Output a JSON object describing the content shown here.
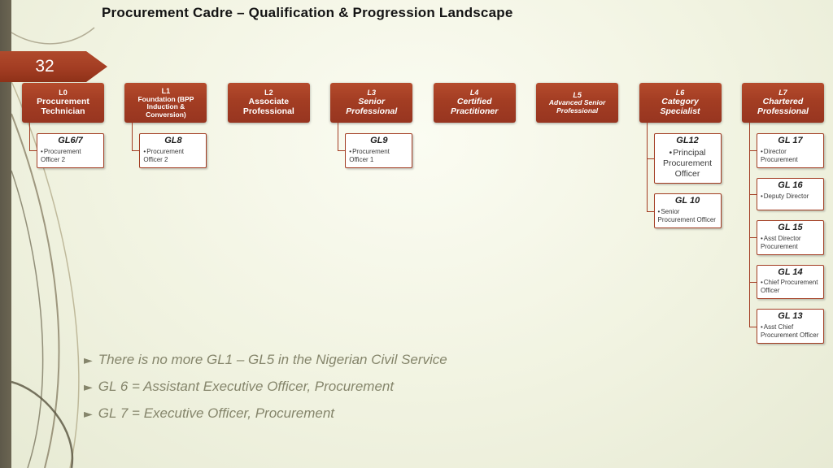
{
  "slide": {
    "title": "Procurement Cadre – Qualification & Progression Landscape",
    "page_number": "32"
  },
  "notes_bullet": "►",
  "notes": [
    "There is no more GL1 – GL5 in the Nigerian Civil Service",
    "GL 6 = Assistant Executive Officer, Procurement",
    "GL 7 = Executive Officer, Procurement"
  ],
  "levels": [
    {
      "code": "L0",
      "title": "Procurement Technician",
      "italic": false,
      "gl_boxes": [
        {
          "grade": "GL6/7",
          "roles": [
            "Procurement Officer 2"
          ]
        }
      ]
    },
    {
      "code": "L1",
      "title": "Foundation (BPP Induction & Conversion)",
      "italic": false,
      "gl_boxes": [
        {
          "grade": "GL8",
          "roles": [
            "Procurement Officer 2"
          ]
        }
      ]
    },
    {
      "code": "L2",
      "title": "Associate Professional",
      "italic": false,
      "gl_boxes": []
    },
    {
      "code": "L3",
      "title": "Senior Professional",
      "italic": true,
      "gl_boxes": [
        {
          "grade": "GL9",
          "roles": [
            "Procurement Officer 1"
          ]
        }
      ]
    },
    {
      "code": "L4",
      "title": "Certified Practitioner",
      "italic": true,
      "gl_boxes": []
    },
    {
      "code": "L5",
      "title": "Advanced Senior Professional",
      "italic": true,
      "gl_boxes": []
    },
    {
      "code": "L6",
      "title": "Category Specialist",
      "italic": true,
      "gl_boxes": [
        {
          "grade": "GL12",
          "roles": [
            "Principal Procurement Officer"
          ],
          "emphasis": true
        },
        {
          "grade": "GL 10",
          "roles": [
            "Senior Procurement Officer"
          ]
        }
      ]
    },
    {
      "code": "L7",
      "title": "Chartered Professional",
      "italic": true,
      "gl_boxes": [
        {
          "grade": "GL 17",
          "roles": [
            "Director Procurement"
          ]
        },
        {
          "grade": "GL 16",
          "roles": [
            "Deputy Director"
          ]
        },
        {
          "grade": "GL 15",
          "roles": [
            "Asst Director Procurement"
          ]
        },
        {
          "grade": "GL 14",
          "roles": [
            "Chief Procurement Officer"
          ]
        },
        {
          "grade": "GL 13",
          "roles": [
            "Asst Chief Procurement Officer"
          ]
        }
      ]
    }
  ],
  "colors": {
    "accent": "#A33D23",
    "accent_dark": "#8E3118",
    "sidebar": "#5E594A",
    "note_text": "#85856B",
    "title_text": "#141414"
  }
}
